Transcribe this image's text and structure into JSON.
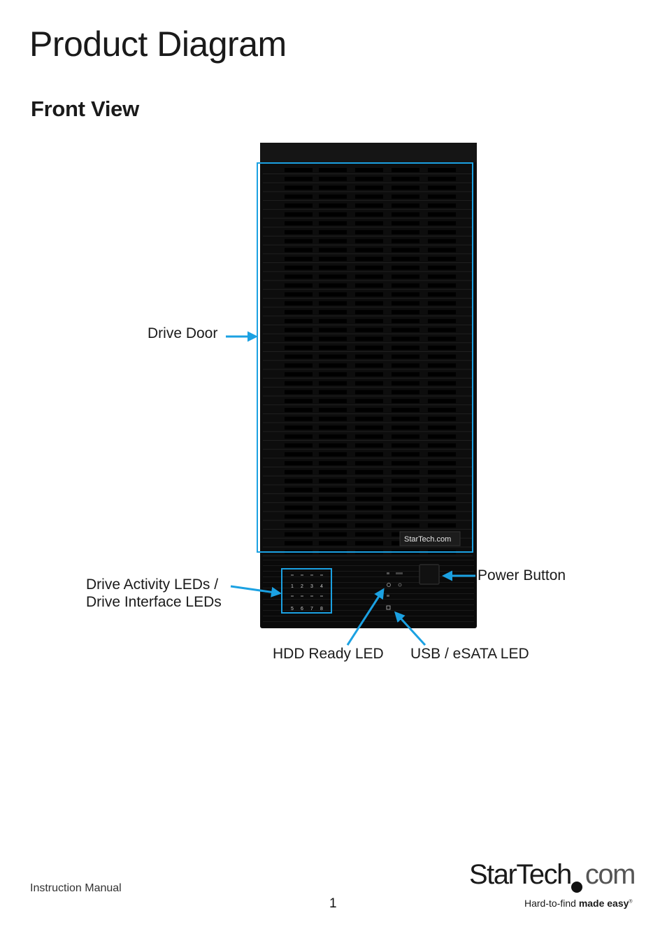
{
  "page_title": "Product Diagram",
  "section_title": "Front View",
  "callouts": {
    "drive_door": "Drive Door",
    "drive_leds_line1": "Drive Activity LEDs /",
    "drive_leds_line2": "Drive Interface LEDs",
    "power_button": "Power Button",
    "hdd_ready": "HDD Ready LED",
    "usb_esata": "USB / eSATA LED"
  },
  "device": {
    "brand_badge": "StarTech.com",
    "bay_numbers": [
      "1",
      "2",
      "3",
      "4",
      "5",
      "6",
      "7",
      "8"
    ]
  },
  "colors": {
    "callout_blue": "#1ba1e2",
    "device_body": "#0d0d0d"
  },
  "footer": {
    "left_text": "Instruction Manual",
    "page_number": "1",
    "logo_word": "StarTech",
    "logo_com": "com",
    "tagline_regular": "Hard-to-find ",
    "tagline_bold": "made easy",
    "tagline_mark": "®"
  }
}
